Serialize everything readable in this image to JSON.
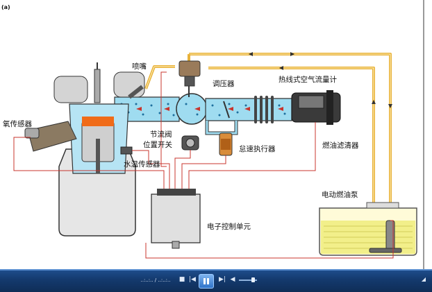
{
  "figure_label": "(a)",
  "labels": {
    "injector": "喷嘴",
    "pressure_regulator": "调压器",
    "mass_air_flow_meter": "热线式空气流量计",
    "oxygen_sensor": "氧传感器",
    "throttle_position_switch_line1": "节流阀",
    "throttle_position_switch_line2": "位置开关",
    "idle_speed_actuator": "怠速执行器",
    "coolant_temp_sensor": "水温传感器",
    "fuel_filter": "燃油滤清器",
    "electric_fuel_pump": "电动燃油泵",
    "ecu": "电子控制单元"
  },
  "player": {
    "time_text": "..:..:.. / ..:..:..",
    "stop_icon": "■",
    "prev_icon": "|◀",
    "next_icon": "▶|",
    "volume_icon": "◀",
    "end_icon": "◢"
  },
  "colors": {
    "fuel_line": "#e8b23a",
    "air": "#9fdcf0",
    "wire": "#c8342c",
    "fuel_tank": "#f2ef8a",
    "engine": "#e6e6e6"
  }
}
